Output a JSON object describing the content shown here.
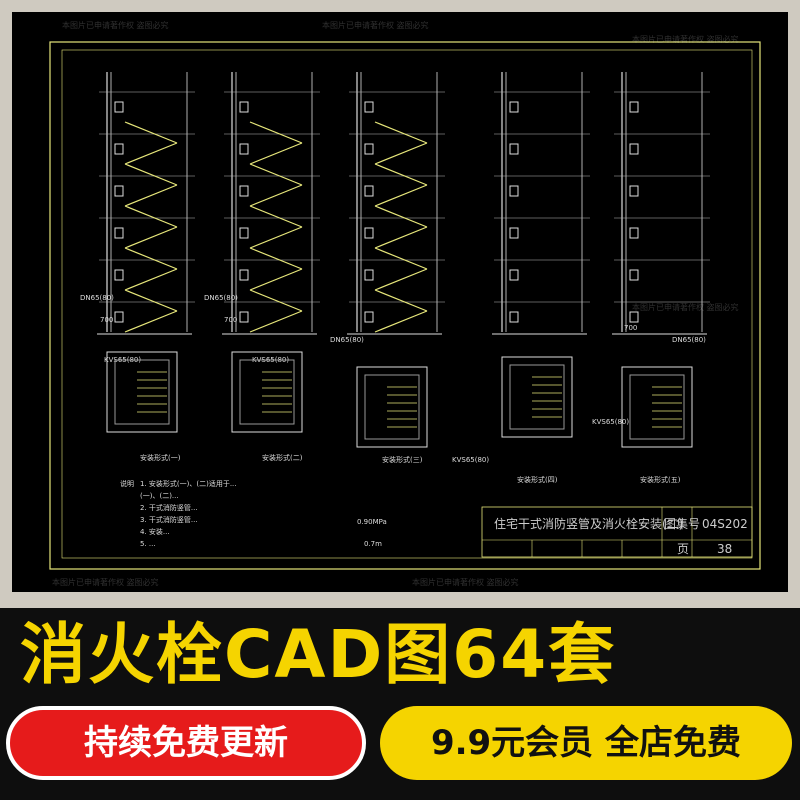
{
  "drawing": {
    "title_block": {
      "drawing_title": "住宅干式消防竖管及消火栓安装(二)",
      "atlas_no_label": "图集号",
      "atlas_no": "04S202",
      "page_label": "页",
      "page_no": "38"
    },
    "pressure_note": "0.90MPa",
    "height_note": "0.7m",
    "notes_heading": "说明",
    "notes": [
      "1. 安装形式(一)、(二)适用于...",
      "(一)、(二)...",
      "2. 干式消防竖管...",
      "3. 干式消防竖管...",
      "4. 安装...",
      "5. ..."
    ],
    "install_labels": [
      "安装形式(一)",
      "安装形式(二)",
      "安装形式(三)",
      "安装形式(四)",
      "安装形式(五)"
    ],
    "pipe_labels": [
      "DN65(80)",
      "DN65(80)",
      "DN65(80)",
      "DN65(80)"
    ],
    "valve_labels": [
      "KVS65(80)",
      "KVS65(80)",
      "KVS65(80)",
      "KVS65(80)"
    ],
    "dim_labels": [
      "700",
      "700",
      "700"
    ],
    "watermark": "本图片已申请著作权 盗图必究"
  },
  "banner": {
    "title": "消火栓CAD图64套",
    "left_pill": "持续免费更新",
    "right_pill": "9.9元会员 全店免费"
  },
  "colors": {
    "title_yellow": "#f5d400",
    "pill_red": "#e61b1b",
    "cad_background": "#000000",
    "stair_yellow": "#e6e67a"
  }
}
